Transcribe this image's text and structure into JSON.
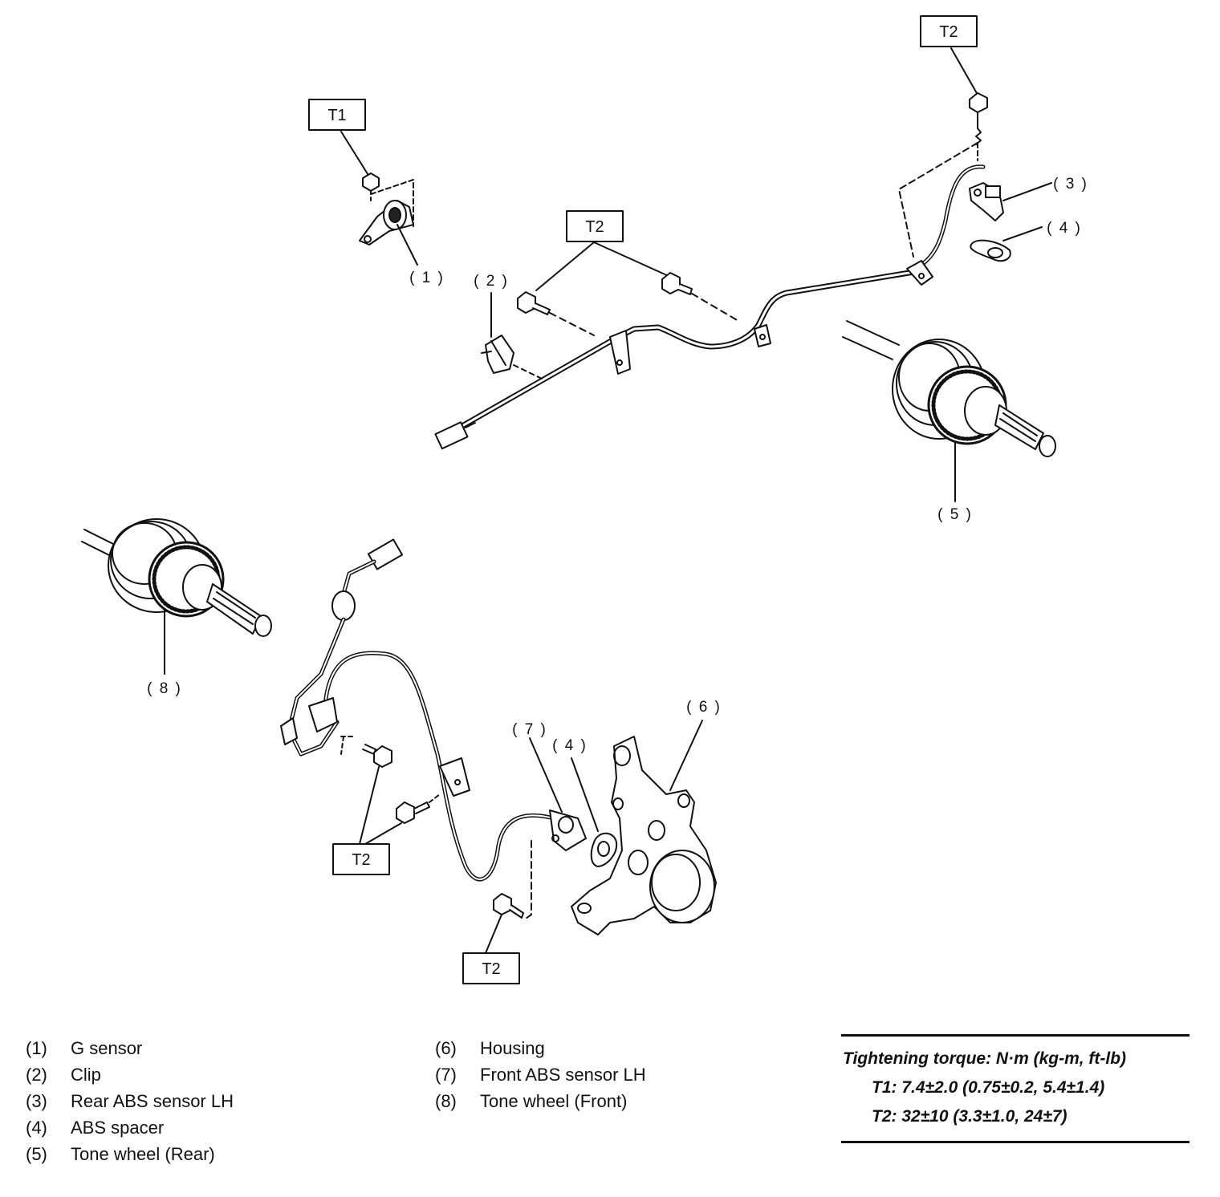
{
  "callouts": {
    "c1": "( 1 )",
    "c2": "( 2 )",
    "c3": "( 3 )",
    "c4a": "( 4 )",
    "c4b": "( 4 )",
    "c5": "( 5 )",
    "c6": "( 6 )",
    "c7": "( 7 )",
    "c8": "( 8 )",
    "t1": "T1",
    "t2": "T2"
  },
  "legend": {
    "left": [
      {
        "num": "(1)",
        "label": "G sensor"
      },
      {
        "num": "(2)",
        "label": "Clip"
      },
      {
        "num": "(3)",
        "label": "Rear ABS sensor LH"
      },
      {
        "num": "(4)",
        "label": "ABS spacer"
      },
      {
        "num": "(5)",
        "label": "Tone wheel (Rear)"
      }
    ],
    "right": [
      {
        "num": "(6)",
        "label": "Housing"
      },
      {
        "num": "(7)",
        "label": "Front ABS sensor LH"
      },
      {
        "num": "(8)",
        "label": "Tone wheel (Front)"
      }
    ]
  },
  "torque": {
    "title": "Tightening torque: N·m (kg-m, ft-lb)",
    "t1": "T1: 7.4±2.0 (0.75±0.2, 5.4±1.4)",
    "t2": "T2: 32±10 (3.3±1.0, 24±7)"
  }
}
